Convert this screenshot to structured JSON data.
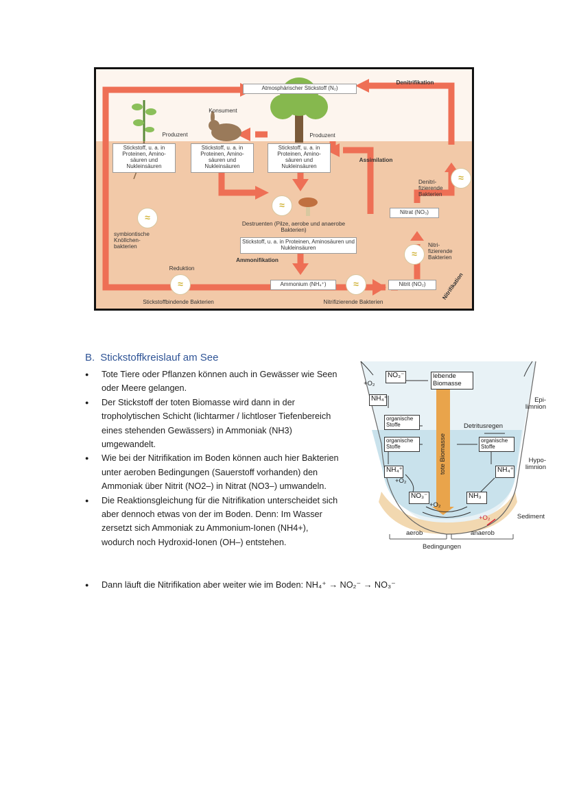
{
  "figure1": {
    "atmo": "Atmosphärischer Stickstoff (N₂)",
    "denitrifikation": "Denitrifikation",
    "konsument": "Konsument",
    "produzent1": "Produzent",
    "produzent2": "Produzent",
    "box1": "Stickstoff, u. a. in Proteinen, Amino-säuren und Nukleinsäuren",
    "box2": "Stickstoff, u. a. in Proteinen, Amino-säuren und Nukleinsäuren",
    "box3": "Stickstoff, u. a. in Proteinen, Amino-säuren und Nukleinsäuren",
    "assimilation": "Assimilation",
    "denitri_bakterien": "Denitri-fizierende Bakterien",
    "nitrat": "Nitrat (NO₃)",
    "symbiont": "symbiontische Knöllchen-bakterien",
    "destruenten": "Destruenten (Pilze, aerobe und anaerobe Bakterien)",
    "box4": "Stickstoff, u. a. in Proteinen, Aminosäuren und Nukleinsäuren",
    "ammonifikation": "Ammonifikation",
    "nitri_bakterien": "Nitri-fizierende Bakterien",
    "reduktion": "Reduktion",
    "ammonium": "Ammonium (NH₄⁺)",
    "nitrit": "Nitrit (NO₂)",
    "nitrifikation": "Nitrifikation",
    "stickstoffbindende": "Stickstoffbindende Bakterien",
    "nitrifizierende": "Nitrifizierende Bakterien"
  },
  "section_b": {
    "letter": "B.",
    "title": "Stickstoffkreislauf am See",
    "bullets": [
      "Tote Tiere oder Pflanzen können auch in Gewässer wie Seen oder Meere gelangen.",
      "Der Stickstoff der toten Biomasse wird dann in der tropholytischen Schicht (lichtarmer / lichtloser Tiefenbereich eines stehenden Gewässers) in Ammoniak (NH3) umgewandelt.",
      "Wie bei der Nitrifikation im Boden können auch hier Bakterien unter aeroben Bedingungen (Sauerstoff vorhanden) den Ammoniak über Nitrit (NO2–) in Nitrat (NO3–) umwandeln.",
      "Die Reaktionsgleichung für die Nitrifikation unterscheidet sich aber dennoch etwas von der im Boden. Denn: Im Wasser zersetzt sich Ammoniak zu Ammonium-Ionen (NH4+), wodurch noch Hydroxid-Ionen (OH–) entstehen."
    ],
    "last_bullet": "Dann läuft die Nitrifikation aber weiter wie im Boden: NH₄⁺ → NO₂⁻ → NO₃⁻"
  },
  "figure2": {
    "no3_top": "NO₃⁻",
    "o2_top": "+O₂",
    "nh4_top": "NH₄⁺",
    "lebende": "lebende Biomasse",
    "epi": "Epi-limnion",
    "org1": "organische Stoffe",
    "detritus": "Detritusregen",
    "org2": "organische Stoffe",
    "org3": "organische Stoffe",
    "tote": "tote Biomasse",
    "hypo": "Hypo-limnion",
    "nh4_left": "NH₄⁺",
    "o2_mid": "+O₂",
    "nh4_right": "NH₄⁺",
    "no3_bottom": "NO₃⁻",
    "o2_bottom": "+O₂",
    "nh3": "NH₃",
    "o2_crossed": "+O₂",
    "sediment": "Sediment",
    "aerob": "aerob",
    "anaerob": "anaerob",
    "bedingungen": "Bedingungen"
  }
}
